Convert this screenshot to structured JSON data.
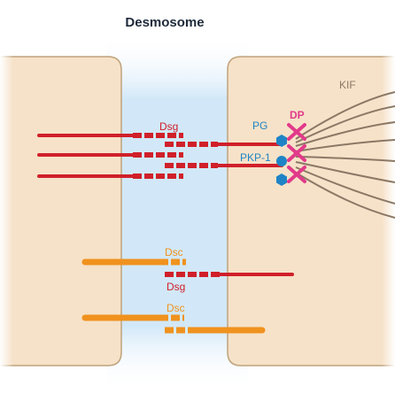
{
  "diagram": {
    "title": "Desmosome",
    "labels": {
      "dsg_top": "Dsg",
      "dp": "DP",
      "pg": "PG",
      "pkp1": "PKP-1",
      "kif": "KIF",
      "dsc_upper": "Dsc",
      "dsg_bottom": "Dsg",
      "dsc_lower": "Dsc"
    },
    "colors": {
      "cell": "#f6e2c8",
      "cell_border": "#bfa27c",
      "intercellular": "#cfe6f7",
      "dsg": "#d0202a",
      "dsc": "#f0921e",
      "dp": "#e23a8a",
      "pg": "#1f84c6",
      "kif": "#8b7866",
      "title": "#1e2a3a"
    }
  }
}
